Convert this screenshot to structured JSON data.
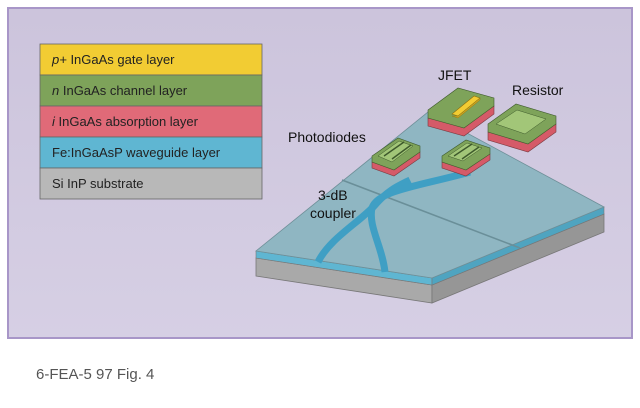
{
  "colors": {
    "background": "#ccc4dc",
    "panel_border": "#a896c8",
    "gate": "#f2cc33",
    "channel": "#7ea35a",
    "absorption": "#e06a78",
    "waveguide": "#5fb6d2",
    "substrate": "#b8b8b8",
    "slab_top": "#8fb6c2"
  },
  "legend": {
    "gate": {
      "italic": "p+",
      "text": " InGaAs  gate layer"
    },
    "channel": {
      "italic": "n",
      "text": " InGaAs  channel layer"
    },
    "absorption": {
      "italic": "i",
      "text": " InGaAs  absorption layer"
    },
    "waveguide": {
      "italic": "",
      "text": "Fe:InGaAsP waveguide layer"
    },
    "substrate": {
      "italic": "",
      "text": "Si InP substrate"
    }
  },
  "labels": {
    "jfet": "JFET",
    "resistor": "Resistor",
    "photodiodes": "Photodiodes",
    "coupler_line1": "3-dB",
    "coupler_line2": "coupler"
  },
  "caption": "6-FEA-5 97 Fig. 4"
}
